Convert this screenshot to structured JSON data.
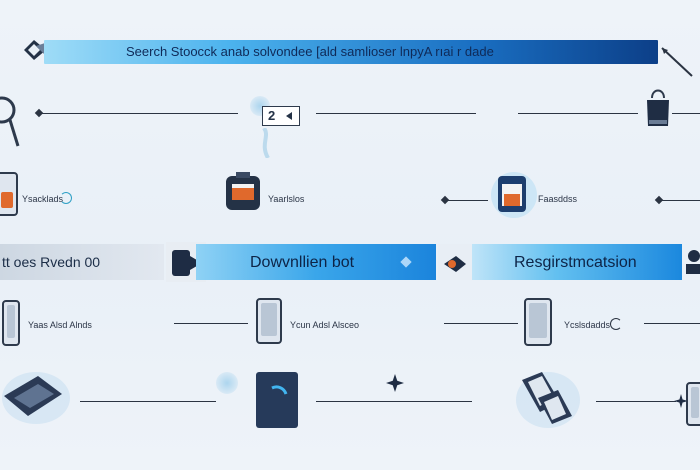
{
  "header": {
    "title": "Seerch Stoocck anab solvondee [ald samlioser lnpyA rıai r dade"
  },
  "step1": {
    "badge": "2",
    "left_label": "",
    "mid_label": ""
  },
  "row2": {
    "left_label": "Ysacklads",
    "mid_label": "Yaarlslos",
    "right_label": "Faasddss"
  },
  "row3": {
    "left_text": "tt oes Rvedn 00",
    "download_label": "Dowvnllien bot",
    "register_label": "Resgirstmcatsion"
  },
  "row4": {
    "left_label": "Yaas Alsd Alnds",
    "mid_label": "Ycun Adsl Alsceo",
    "right_label": "Ycslsdadds"
  },
  "colors": {
    "accent": "#1e88e5",
    "dark": "#0c3f88",
    "line": "#2b3442",
    "orange": "#e0692c"
  },
  "icons": [
    "user-icon",
    "pen-icon",
    "search-icon",
    "bag-icon",
    "phone-icon",
    "briefcase-icon",
    "tablet-icon",
    "star-icon",
    "laptop-icon"
  ]
}
